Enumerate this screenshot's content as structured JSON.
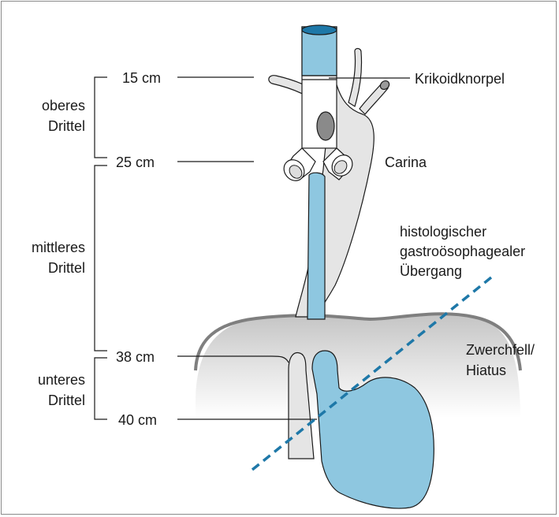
{
  "diagram": {
    "measurements": {
      "cm15": "15 cm",
      "cm25": "25 cm",
      "cm38": "38 cm",
      "cm40": "40 cm"
    },
    "thirds": {
      "upper": [
        "oberes",
        "Drittel"
      ],
      "middle": [
        "mittleres",
        "Drittel"
      ],
      "lower": [
        "unteres",
        "Drittel"
      ]
    },
    "structures": {
      "cricoid": "Krikoidknorpel",
      "carina": "Carina",
      "junction": [
        "histologischer",
        "gastroösophagealer",
        "Übergang"
      ],
      "diaphragm": [
        "Zwerchfell/",
        "Hiatus"
      ]
    },
    "colors": {
      "esophagus": "#8ec7e0",
      "esophagus_stroke": "#1a1a1a",
      "grey_structure": "#e5e5e5",
      "dark_grey": "#9a9a9a",
      "dashed_line": "#1e78a8"
    }
  }
}
